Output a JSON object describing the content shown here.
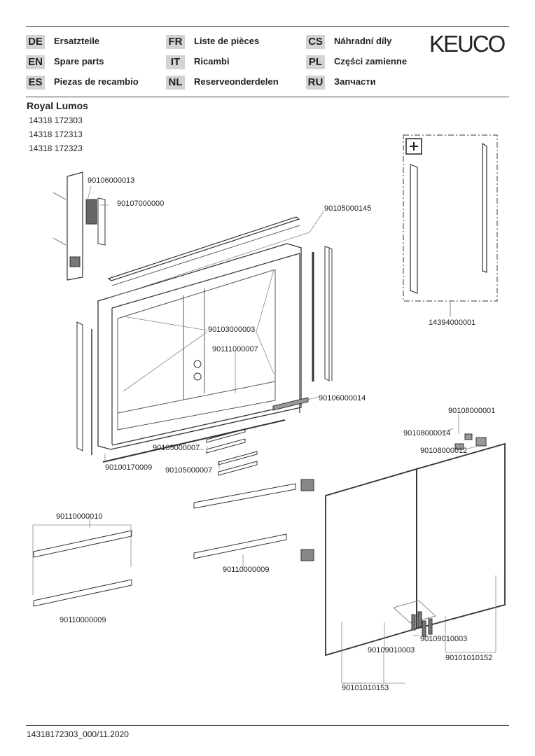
{
  "header": {
    "logo": "KEUCO",
    "languages": [
      {
        "code": "DE",
        "label": "Ersatzteile"
      },
      {
        "code": "EN",
        "label": "Spare parts"
      },
      {
        "code": "ES",
        "label": "Piezas de recambio"
      },
      {
        "code": "FR",
        "label": "Liste de pièces"
      },
      {
        "code": "IT",
        "label": "Ricambi"
      },
      {
        "code": "NL",
        "label": "Reserveonderdelen"
      },
      {
        "code": "CS",
        "label": "Náhradní díly"
      },
      {
        "code": "PL",
        "label": "Części zamienne"
      },
      {
        "code": "RU",
        "label": "Запчасти"
      }
    ]
  },
  "product": {
    "name": "Royal Lumos",
    "articles": [
      "14318 172303",
      "14318 172313",
      "14318 172323"
    ]
  },
  "parts": {
    "p1": "90106000013",
    "p2": "90107000000",
    "p3": "90105000145",
    "p4": "90103000003",
    "p5": "90111000007",
    "p6": "90106000014",
    "p7": "90105000007",
    "p8": "90100170009",
    "p9": "90105000007",
    "p10": "14394000001",
    "p11": "90108000001",
    "p12": "90108000014",
    "p13": "90108000012",
    "p14": "90110000010",
    "p15": "90110000009",
    "p16": "90110000009",
    "p17": "90109010003",
    "p18": "90109010003",
    "p19": "90101010152",
    "p20": "90101010153"
  },
  "accessory_plus": "+",
  "footer": "14318172303_000/11.2020"
}
